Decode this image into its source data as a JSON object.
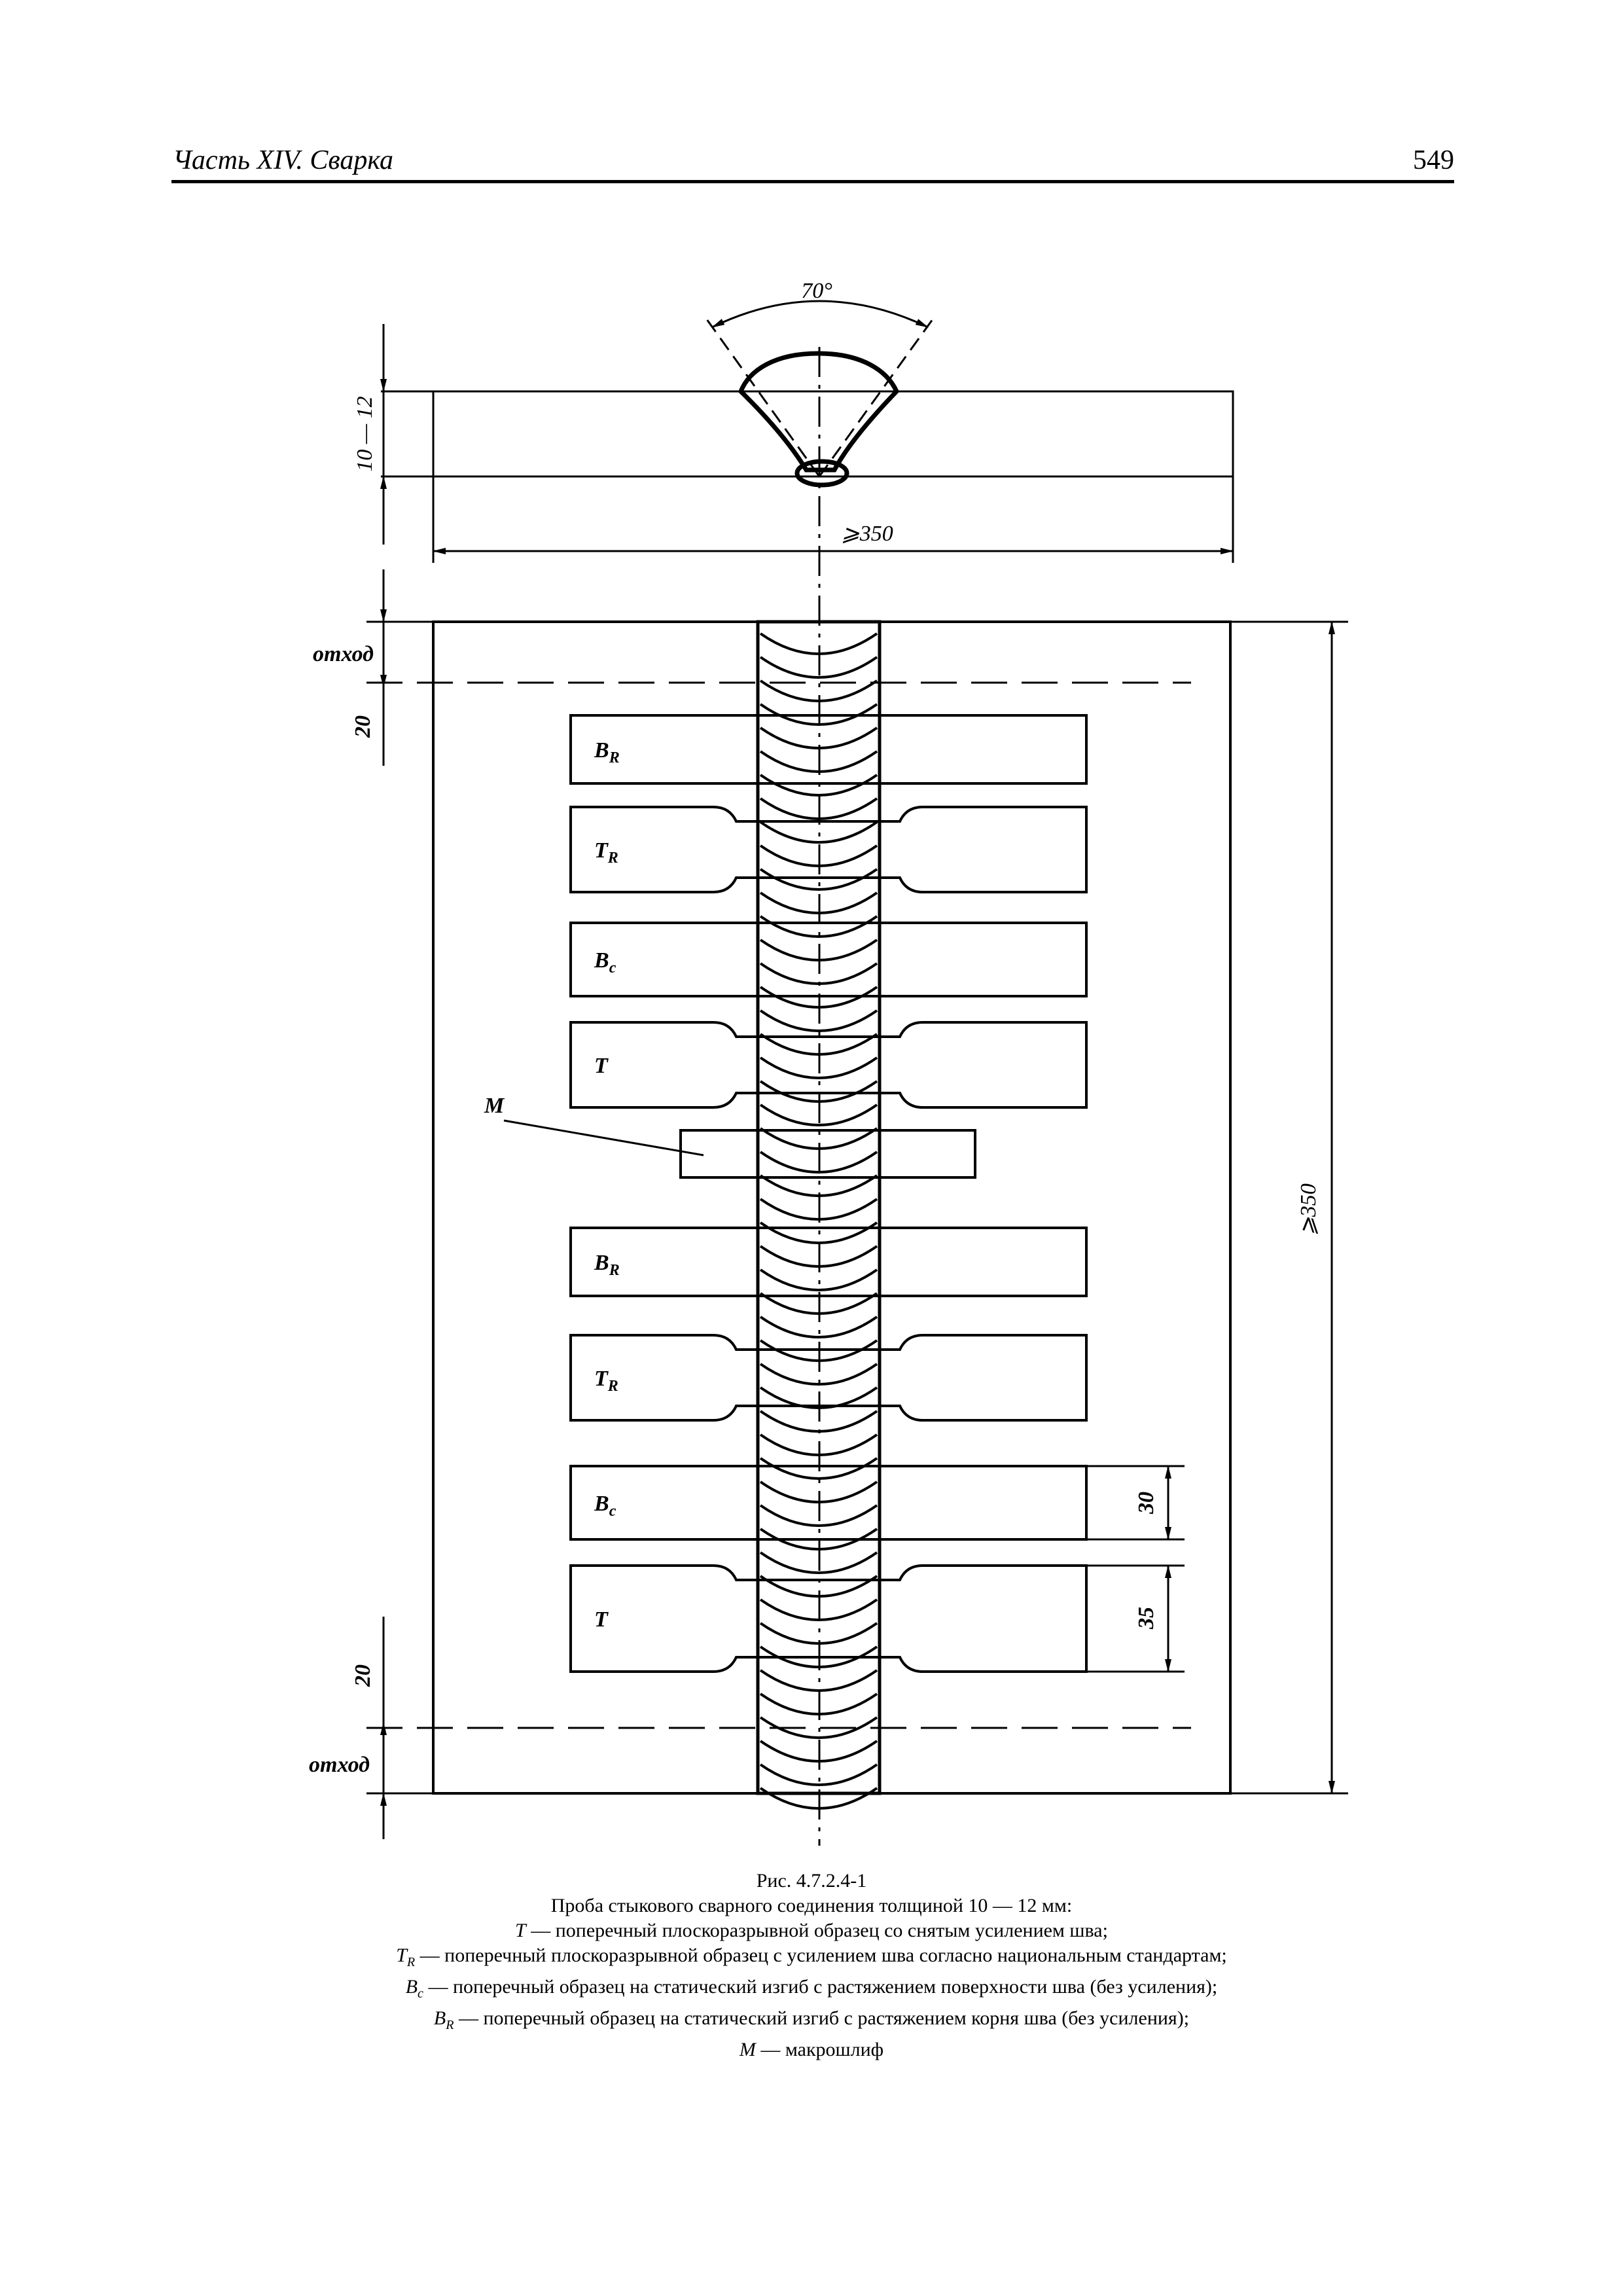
{
  "header": {
    "section": "Часть XIV. Сварка",
    "page_number": "549"
  },
  "drawing": {
    "angle_label": "70°",
    "thickness_label": "10 — 12",
    "width_label": "⩾350",
    "length_label": "⩾350",
    "waste_label": "отход",
    "edge_margin_label": "20",
    "specimen_width_label": "30",
    "specimen_width_t_label": "35",
    "macro_label": "M",
    "specimens": [
      "B_R",
      "T_R",
      "B_c",
      "T",
      "B_R",
      "T_R",
      "B_c",
      "T"
    ]
  },
  "caption": {
    "figure_number": "Рис. 4.7.2.4-1",
    "title": "Проба стыкового сварного соединения толщиной 10 — 12 мм:",
    "items": [
      {
        "symbol": "T",
        "sub": "",
        "text": " — поперечный плоскоразрывной образец со снятым усилением шва;"
      },
      {
        "symbol": "T",
        "sub": "R",
        "text": " — поперечный плоскоразрывной образец с усилением шва согласно национальным стандартам;"
      },
      {
        "symbol": "B",
        "sub": "c",
        "text": " — поперечный образец на статический изгиб с растяжением поверхности шва (без усиления);"
      },
      {
        "symbol": "B",
        "sub": "R",
        "text": " — поперечный образец на статический изгиб с растяжением корня шва (без усиления);"
      },
      {
        "symbol": "M",
        "sub": "",
        "text": " — макрошлиф"
      }
    ]
  }
}
